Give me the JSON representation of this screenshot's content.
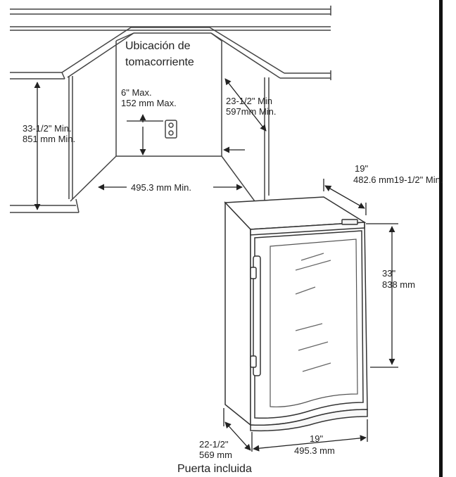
{
  "labels": {
    "outlet_title_1": "Ubicación de",
    "outlet_title_2": "tomacorriente",
    "outlet_max_1": "6\" Max.",
    "outlet_max_2": "152 mm Max.",
    "side_min_1": "23-1/2\" Min",
    "side_min_2": "597mm Min.",
    "height_min_1": "33-1/2\" Min.",
    "height_min_2": "851 mm Min.",
    "width_min": "495.3 mm Min.",
    "top_depth_1": "19\"",
    "top_depth_2": "482.6 mm19-1/2\" Min.",
    "unit_height_1": "33\"",
    "unit_height_2": "838 mm",
    "unit_width_1": "19\"",
    "unit_width_2": "495.3 mm",
    "unit_depth_1": "22-1/2\"",
    "unit_depth_2": "569 mm",
    "door_included": "Puerta incluida"
  },
  "colors": {
    "line": "#333333",
    "fill": "#ffffff",
    "frame": "#111111"
  }
}
